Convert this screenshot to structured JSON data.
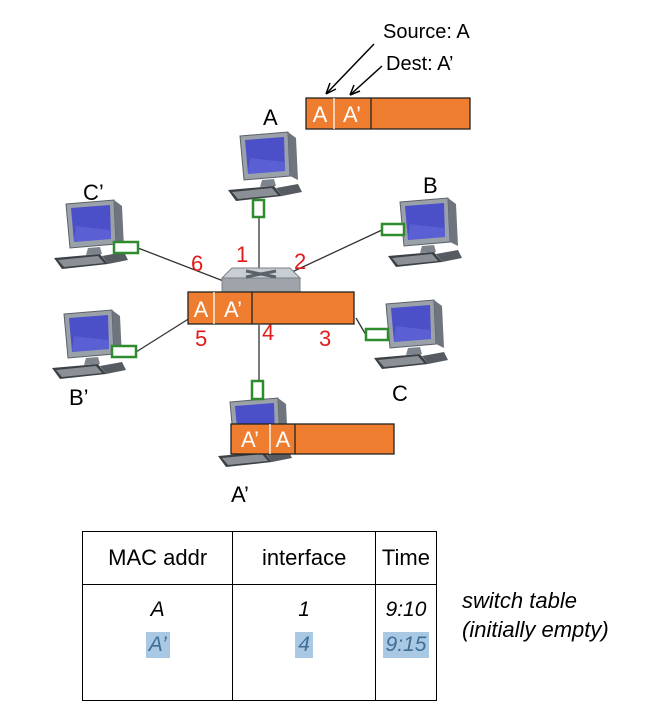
{
  "annotations": {
    "source": "Source: A",
    "dest": "Dest: A’"
  },
  "hosts": {
    "A": "A",
    "B": "B",
    "C": "C",
    "A_prime": "A’",
    "B_prime": "B’",
    "C_prime": "C’"
  },
  "ports": [
    "1",
    "2",
    "3",
    "4",
    "5",
    "6"
  ],
  "frames": {
    "top": {
      "src": "A",
      "dst": "A’"
    },
    "switch": {
      "src": "A",
      "dst": "A’"
    },
    "bottom": {
      "dst": "A’",
      "src": "A"
    }
  },
  "table": {
    "headers": [
      "MAC addr",
      "interface",
      "Time"
    ],
    "rows": [
      {
        "mac": "A",
        "iface": "1",
        "time": "9:10",
        "highlighted": false
      },
      {
        "mac": "A’",
        "iface": "4",
        "time": "9:15",
        "highlighted": true
      }
    ]
  },
  "caption": {
    "line1": "switch table",
    "line2": "(initially empty)"
  },
  "colors": {
    "frame": "#ef7d2f",
    "port_number": "#e31b1b",
    "highlight": "#a9c8e4",
    "nic": "#2e8b2e"
  }
}
